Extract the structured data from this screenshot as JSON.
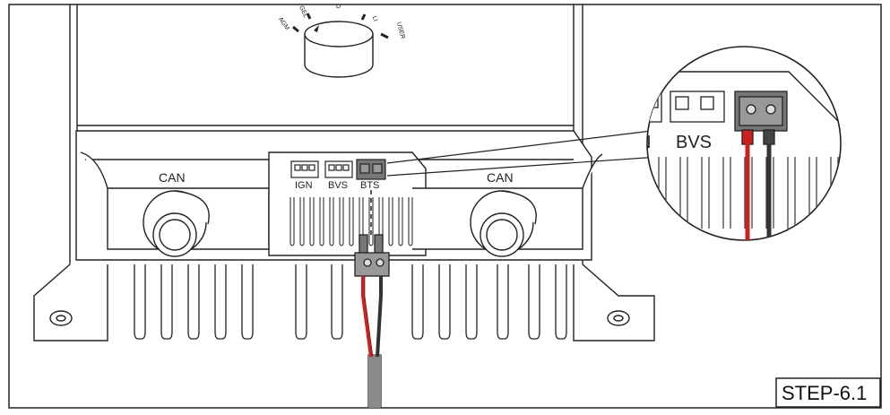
{
  "figure": {
    "step_label": "STEP-6.1",
    "knob_marks": [
      "AGM",
      "GEL",
      "D",
      "LI",
      "USER"
    ],
    "connector_labels": {
      "left": "IGN",
      "middle": "BVS",
      "right": "BTS"
    },
    "can_left": "CAN",
    "can_right": "CAN",
    "zoom_labels": {
      "partial": "N",
      "middle": "BVS"
    }
  },
  "colors": {
    "red_wire": "#cc1f1f",
    "black_wire": "#333333",
    "cable": "#8a8a8a",
    "outline": "#222222"
  }
}
